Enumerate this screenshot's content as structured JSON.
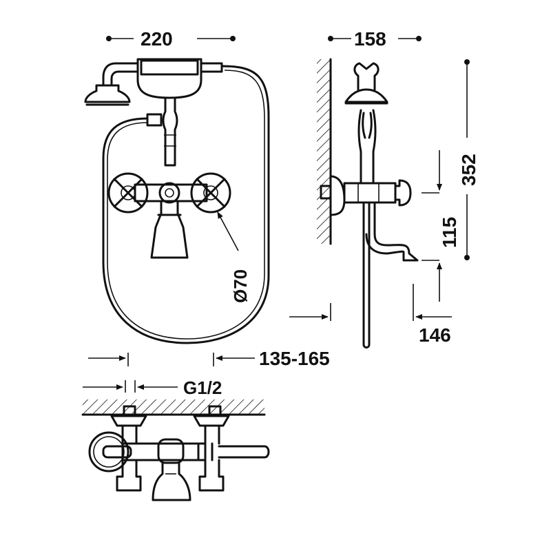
{
  "dimensions": {
    "front_width": "220",
    "side_depth": "158",
    "overall_height": "352",
    "spout_height": "115",
    "handle_diameter": "Ø70",
    "center_distance": "135-165",
    "inlet_thread": "G1/2",
    "spout_reach": "146"
  },
  "colors": {
    "line": "#111111",
    "background": "#ffffff"
  }
}
